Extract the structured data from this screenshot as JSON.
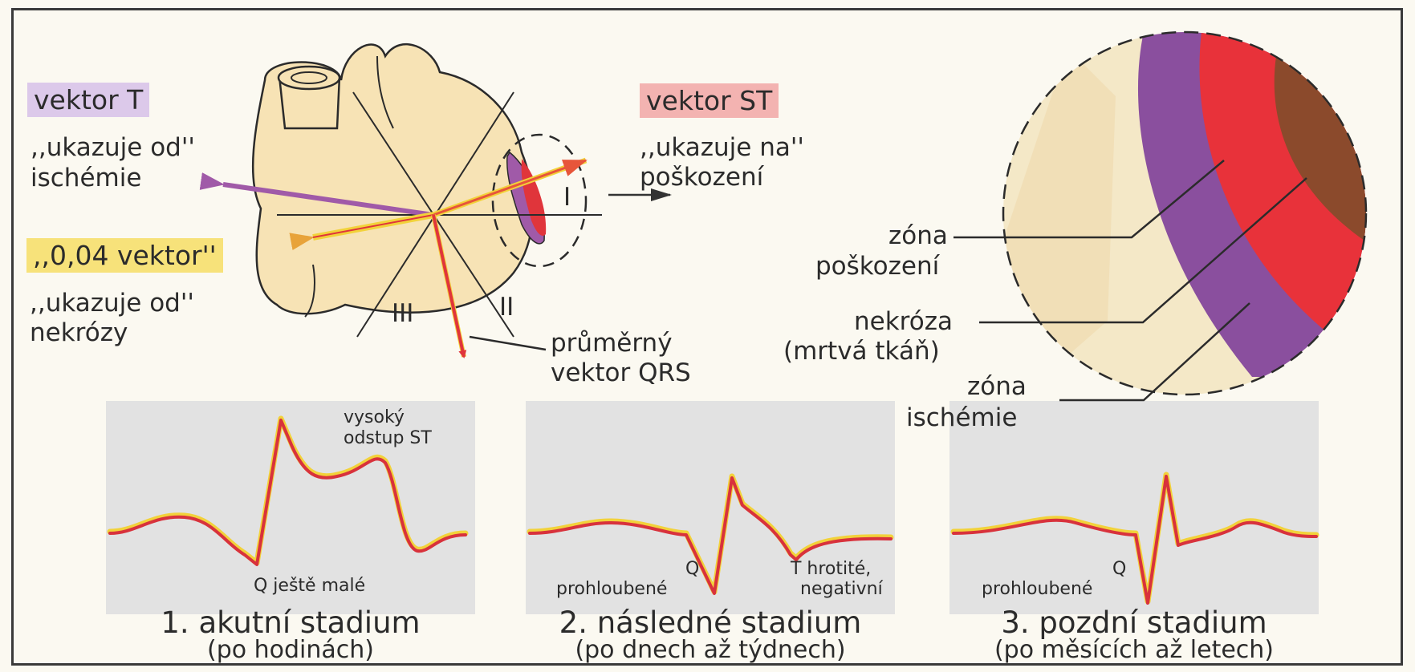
{
  "vectors": {
    "t": {
      "title": "vektor T",
      "line1": ",,ukazuje od''",
      "line2": "ischémie"
    },
    "st": {
      "title": "vektor ST",
      "line1": ",,ukazuje na''",
      "line2": "poškození"
    },
    "v004": {
      "title": ",,0,04 vektor''",
      "line1": ",,ukazuje od''",
      "line2": "nekrózy"
    },
    "qrs": {
      "line1": "průměrný",
      "line2": "vektor QRS"
    }
  },
  "leads": {
    "i": "I",
    "ii": "II",
    "iii": "III"
  },
  "zones": {
    "injury": {
      "line1": "zóna",
      "line2": "poškození"
    },
    "necrosis": {
      "line1": "nekróza",
      "line2": "(mrtvá tkáň)"
    },
    "ischemia": {
      "line1": "zóna",
      "line2": "ischémie"
    }
  },
  "stages": [
    {
      "title": "1. akutní stadium",
      "subtitle": "(po hodinách)",
      "note_top_1": "vysoký",
      "note_top_2": "odstup ST",
      "note_q": "Q ještě malé"
    },
    {
      "title": "2. následné stadium",
      "subtitle": "(po dnech až týdnech)",
      "note_q_1": "Q",
      "note_q_2": "prohloubené",
      "note_t_1": "T hrotité,",
      "note_t_2": "negativní"
    },
    {
      "title": "3. pozdní stadium",
      "subtitle": "(po měsících až letech)",
      "note_q_1": "Q",
      "note_q_2": "prohloubené"
    }
  ],
  "colors": {
    "heart": "#f7e3b5",
    "ischemia": "#8a4f9e",
    "injury": "#e8323a",
    "necrosis": "#8b4a2c",
    "ecg_red": "#d8323c",
    "ecg_yellow": "#f2d23a",
    "panel": "#e2e2e2"
  }
}
